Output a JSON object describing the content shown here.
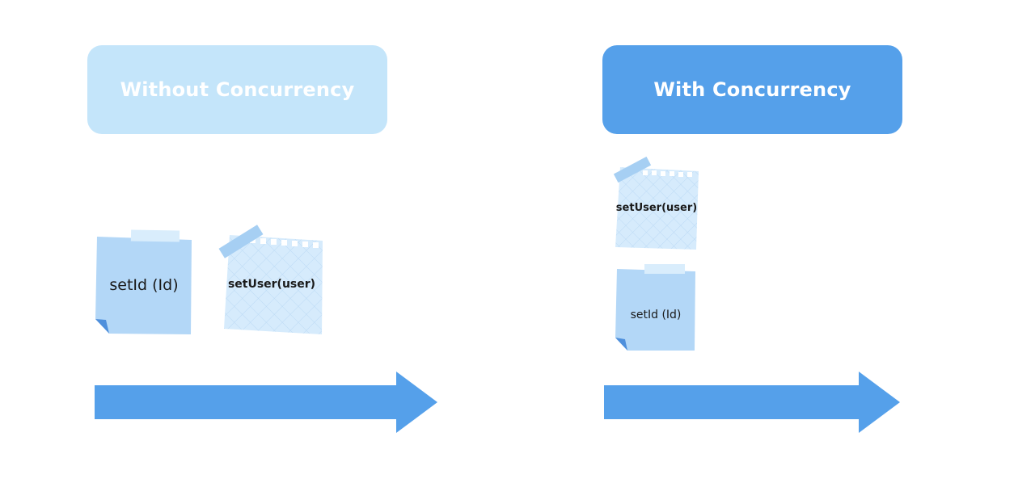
{
  "panels": {
    "left": {
      "title": "Without Concurrency",
      "notes": [
        {
          "label": "setId (Id)",
          "style": "plain"
        },
        {
          "label": "setUser(user)",
          "style": "grid"
        }
      ]
    },
    "right": {
      "title": "With Concurrency",
      "notes": [
        {
          "label": "setUser(user)",
          "style": "grid"
        },
        {
          "label": "setId (Id)",
          "style": "plain"
        }
      ]
    }
  },
  "colors": {
    "title_light": "#c4e5fa",
    "title_dark": "#55a0ea",
    "note_blue": "#b3d7f7",
    "note_grid": "#d6ebfc",
    "tape": "#d9edfc",
    "arrow": "#55a0ea"
  }
}
